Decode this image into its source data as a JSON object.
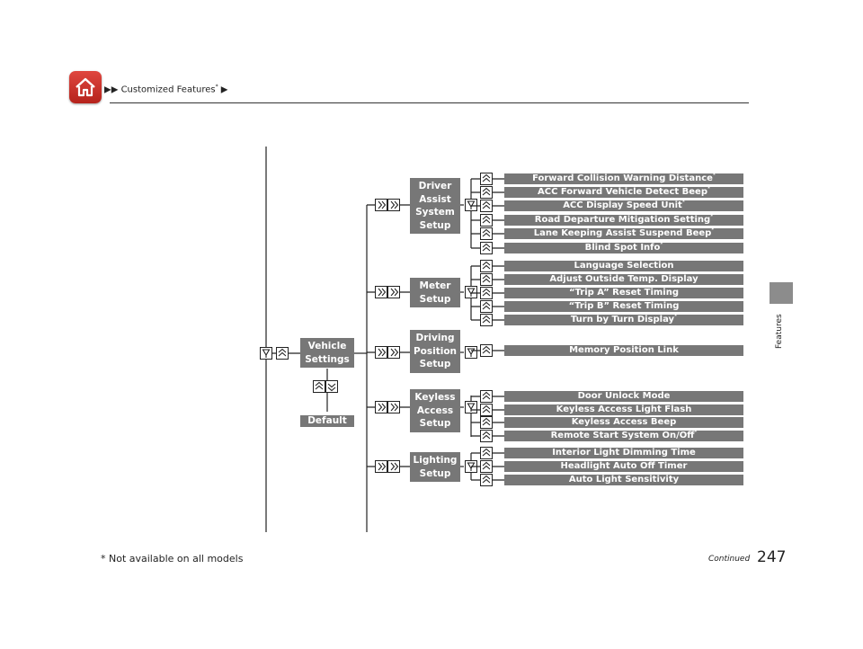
{
  "header": {
    "breadcrumb": "Customized Features",
    "breadcrumb_mark": "*"
  },
  "side_tab": "Features",
  "page_number": "247",
  "continued": "Continued",
  "footnote": "* Not available on all models",
  "diagram": {
    "root": "Vehicle Settings",
    "default": "Default",
    "groups": [
      {
        "name": "Driver Assist System Setup",
        "items": [
          "Forward Collision Warning Distance",
          "ACC Forward Vehicle Detect Beep",
          "ACC Display Speed Unit",
          "Road Departure Mitigation Setting",
          "Lane Keeping Assist Suspend Beep",
          "Blind Spot Info"
        ]
      },
      {
        "name": "Meter Setup",
        "items": [
          "Language Selection",
          "Adjust Outside Temp. Display",
          "“Trip A” Reset Timing",
          "“Trip B” Reset Timing",
          "Turn by Turn Display"
        ]
      },
      {
        "name": "Driving Position Setup",
        "items": [
          "Memory Position Link"
        ]
      },
      {
        "name": "Keyless Access Setup",
        "items": [
          "Door Unlock Mode",
          "Keyless Access Light Flash",
          "Keyless Access Beep",
          "Remote Start System On/Off"
        ]
      },
      {
        "name": "Lighting Setup",
        "items": [
          "Interior Light Dimming Time",
          "Headlight Auto Off Timer",
          "Auto Light Sensitivity"
        ]
      }
    ],
    "not_available_mark": "*"
  },
  "colors": {
    "box_fill": "#777777",
    "home_red": "#c8322a",
    "tab_gray": "#8c8c8c"
  }
}
